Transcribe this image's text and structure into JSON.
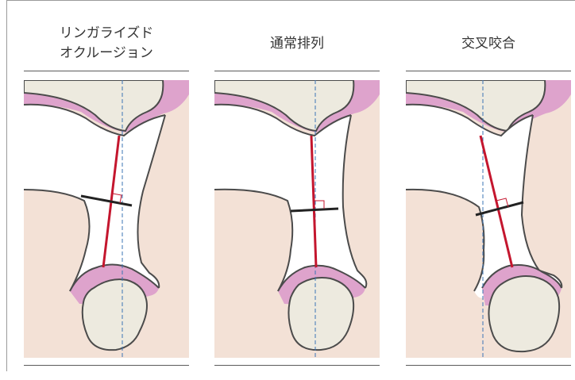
{
  "panels": [
    {
      "id": "ringalized",
      "title": "リンガライズド\nオクルージョン"
    },
    {
      "id": "normal",
      "title": "通常排列"
    },
    {
      "id": "cross",
      "title": "交叉咬合"
    }
  ],
  "colors": {
    "skin": "#f3e1d6",
    "gum": "#dea3cc",
    "tooth": "#edeadf",
    "outline": "#4b4b4b",
    "force_line": "#c4162e",
    "plane_line": "#222222",
    "guide_line": "#3b74b5",
    "rule": "#5c5c5c"
  }
}
